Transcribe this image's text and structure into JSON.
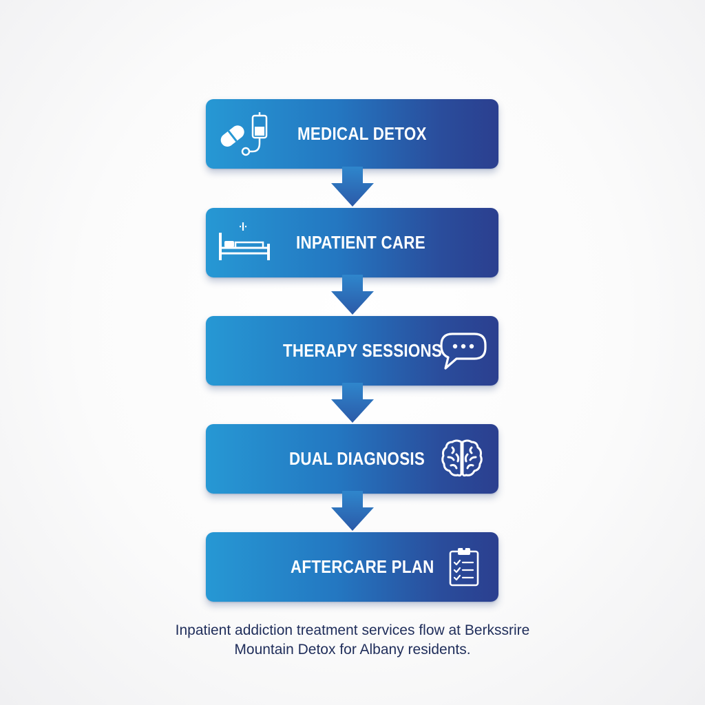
{
  "steps": [
    {
      "label": "MEDICAL DETOX",
      "icon": "pill-iv-bag-icon"
    },
    {
      "label": "INPATIENT CARE",
      "icon": "hospital-bed-icon"
    },
    {
      "label": "THERAPY SESSIONS",
      "icon": "speech-bubble-icon"
    },
    {
      "label": "DUAL DIAGNOSIS",
      "icon": "brain-icon"
    },
    {
      "label": "AFTERCARE PLAN",
      "icon": "clipboard-checklist-icon"
    }
  ],
  "caption": {
    "line1": "Inpatient addiction treatment services flow at Berkssrire",
    "line2": "Mountain Detox for Albany residents."
  },
  "colors": {
    "box_gradient_start": "#2698d4",
    "box_gradient_end": "#2b3f8f",
    "arrow_top": "#2f86cc",
    "arrow_bottom": "#2b5aa8",
    "caption_text": "#1f2d5a"
  }
}
